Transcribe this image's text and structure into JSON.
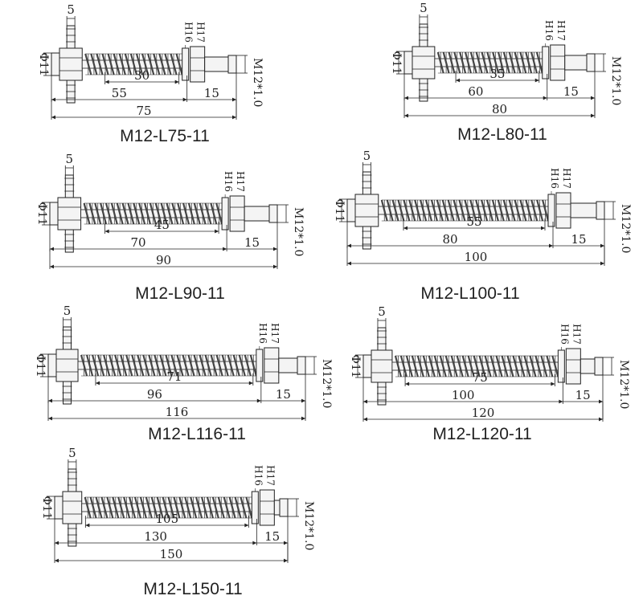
{
  "colors": {
    "ink": "#222222",
    "spring": "#444444",
    "metal": "#f4f4f4",
    "background": "#ffffff"
  },
  "diagrams": [
    {
      "model": "M12-L75-11",
      "thread": "M12*1.0",
      "diameter": "Φ11",
      "tip": "5",
      "nut_a": "H16",
      "nut_b": "H17",
      "spring_len": "30",
      "body_len": "55",
      "nut_len": "15",
      "total_len": "75"
    },
    {
      "model": "M12-L80-11",
      "thread": "M12*1.0",
      "diameter": "Φ11",
      "tip": "5",
      "nut_a": "H16",
      "nut_b": "H17",
      "spring_len": "35",
      "body_len": "60",
      "nut_len": "15",
      "total_len": "80"
    },
    {
      "model": "M12-L90-11",
      "thread": "M12*1.0",
      "diameter": "Φ11",
      "tip": "5",
      "nut_a": "H16",
      "nut_b": "H17",
      "spring_len": "45",
      "body_len": "70",
      "nut_len": "15",
      "total_len": "90"
    },
    {
      "model": "M12-L100-11",
      "thread": "M12*1.0",
      "diameter": "Φ11",
      "tip": "5",
      "nut_a": "H16",
      "nut_b": "H17",
      "spring_len": "55",
      "body_len": "80",
      "nut_len": "15",
      "total_len": "100"
    },
    {
      "model": "M12-L116-11",
      "thread": "M12*1.0",
      "diameter": "Φ11",
      "tip": "5",
      "nut_a": "H16",
      "nut_b": "H17",
      "spring_len": "71",
      "body_len": "96",
      "nut_len": "15",
      "total_len": "116"
    },
    {
      "model": "M12-L120-11",
      "thread": "M12*1.0",
      "diameter": "Φ11",
      "tip": "5",
      "nut_a": "H16",
      "nut_b": "H17",
      "spring_len": "75",
      "body_len": "100",
      "nut_len": "15",
      "total_len": "120"
    },
    {
      "model": "M12-L150-11",
      "thread": "M12*1.0",
      "diameter": "Φ11",
      "tip": "5",
      "nut_a": "H16",
      "nut_b": "H17",
      "spring_len": "105",
      "body_len": "130",
      "nut_len": "15",
      "total_len": "150"
    }
  ]
}
